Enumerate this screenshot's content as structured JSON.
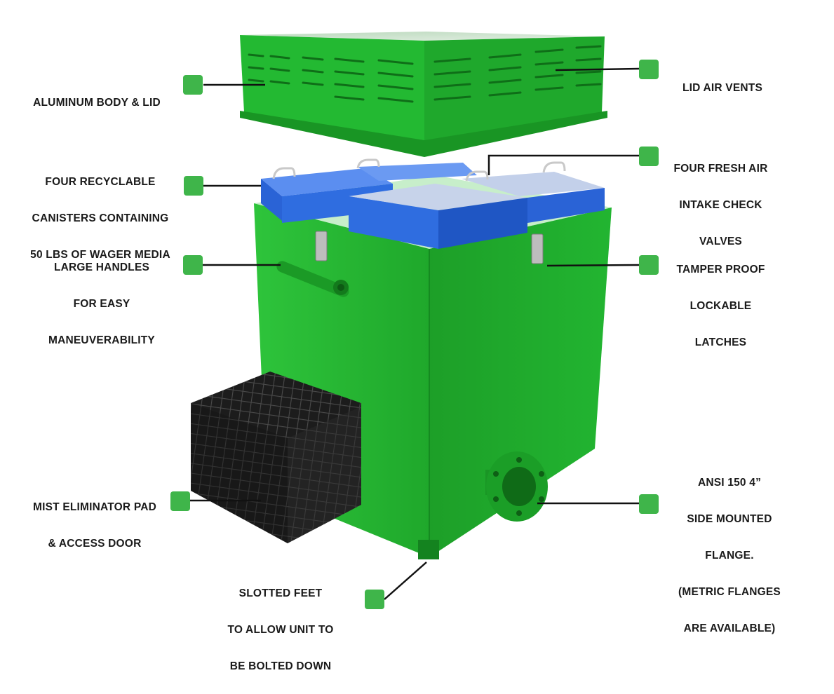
{
  "colors": {
    "marker": "#3fb54a",
    "body": "#22b531",
    "body_dark": "#17891f",
    "canister": "#2a63d6",
    "canister_dark": "#1b44a3",
    "pad": "#1c1c1c",
    "leader": "#111111"
  },
  "callouts": [
    {
      "id": "aluminum-body-lid",
      "lines": [
        "ALUMINUM BODY & LID"
      ]
    },
    {
      "id": "lid-air-vents",
      "lines": [
        "LID AIR VENTS"
      ]
    },
    {
      "id": "recyclable-canisters",
      "lines": [
        "FOUR RECYCLABLE",
        "CANISTERS CONTAINING",
        "50 LBS OF WAGER MEDIA"
      ]
    },
    {
      "id": "fresh-air-intake",
      "lines": [
        "FOUR FRESH AIR",
        "INTAKE CHECK",
        "VALVES"
      ]
    },
    {
      "id": "large-handles",
      "lines": [
        "LARGE HANDLES",
        "FOR EASY",
        "MANEUVERABILITY"
      ]
    },
    {
      "id": "tamper-proof-latches",
      "lines": [
        "TAMPER PROOF",
        "LOCKABLE",
        "LATCHES"
      ]
    },
    {
      "id": "mist-eliminator",
      "lines": [
        "MIST ELIMINATOR PAD",
        "& ACCESS DOOR"
      ]
    },
    {
      "id": "ansi-flange",
      "lines": [
        "ANSI 150 4”",
        "SIDE MOUNTED",
        "FLANGE.",
        "(METRIC FLANGES",
        "ARE AVAILABLE)"
      ]
    },
    {
      "id": "slotted-feet",
      "lines": [
        "SLOTTED FEET",
        "TO ALLOW UNIT TO",
        "BE BOLTED DOWN"
      ]
    }
  ]
}
